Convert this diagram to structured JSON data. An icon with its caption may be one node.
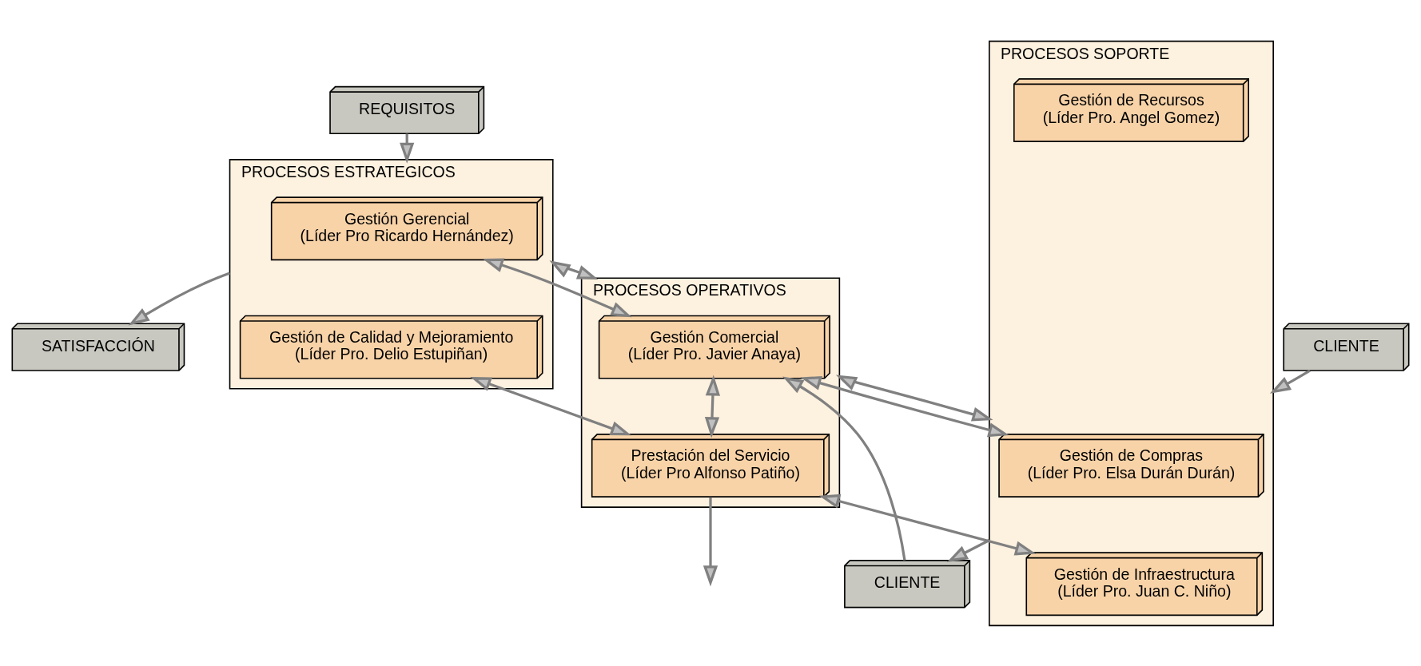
{
  "diagram": {
    "nodes": [
      {
        "text": [
          "PROCESOS ESTRATEGICOS"
        ]
      },
      {
        "text": [
          "Gestión Gerencial",
          "(Líder Pro Ricardo Hernández)"
        ],
        "in": 0
      },
      {
        "text": [
          "Gestión de Calidad y Mejoramiento",
          "(Líder Pro. Delio Estupiñan)"
        ],
        "in": 0
      },
      {
        "text": [
          "PROCESOS OPERATIVOS"
        ]
      },
      {
        "text": [
          "Gestión Comercial",
          "(Líder Pro. Javier Anaya)"
        ],
        "in": 3
      },
      {
        "text": [
          "Prestación del Servicio",
          "(Líder Pro Alfonso Patiño)"
        ],
        "in": 3
      },
      {
        "text": [
          "PROCESOS SOPORTE"
        ]
      },
      {
        "text": [
          "Gestión de Compras",
          "(Líder Pro. Elsa Durán Durán)"
        ],
        "in": 6
      },
      {
        "text": [
          "Gestión de Recursos",
          "(Líder Pro. Angel Gomez)"
        ],
        "in": 6
      },
      {
        "text": [
          "Gestión de Infraestructura",
          "(Líder Pro. Juan C. Niño)"
        ],
        "in": 6
      },
      {
        "text": [
          "REQUISITOS"
        ]
      },
      {
        "text": [
          "CLIENTE"
        ]
      },
      {
        "text": [
          "SATISFACCIÓN"
        ]
      },
      {
        "text": [
          "CLIENTE"
        ]
      }
    ],
    "edges": [
      {
        "from": 10,
        "to": 0,
        "arrow": "to"
      },
      {
        "from": 6,
        "to": 11,
        "arrow": "to"
      },
      {
        "from": 0,
        "to": 12,
        "arrow": "to"
      },
      {
        "from": 13,
        "to": 6,
        "arrow": "to"
      },
      {
        "from": 11,
        "to": 4,
        "arrow": "to"
      },
      {
        "from": 4,
        "to": 5,
        "arrow": "both"
      },
      {
        "from": 5,
        "to": null,
        "arrow": "to"
      },
      {
        "from": 1,
        "to": 4,
        "arrow": "both"
      },
      {
        "from": 0,
        "to": 3,
        "arrow": "both"
      },
      {
        "from": 2,
        "to": 5,
        "arrow": "both"
      },
      {
        "from": 4,
        "to": 7,
        "arrow": "both"
      },
      {
        "from": 3,
        "to": 6,
        "arrow": "both"
      },
      {
        "from": 5,
        "to": 9,
        "arrow": "both"
      }
    ]
  }
}
